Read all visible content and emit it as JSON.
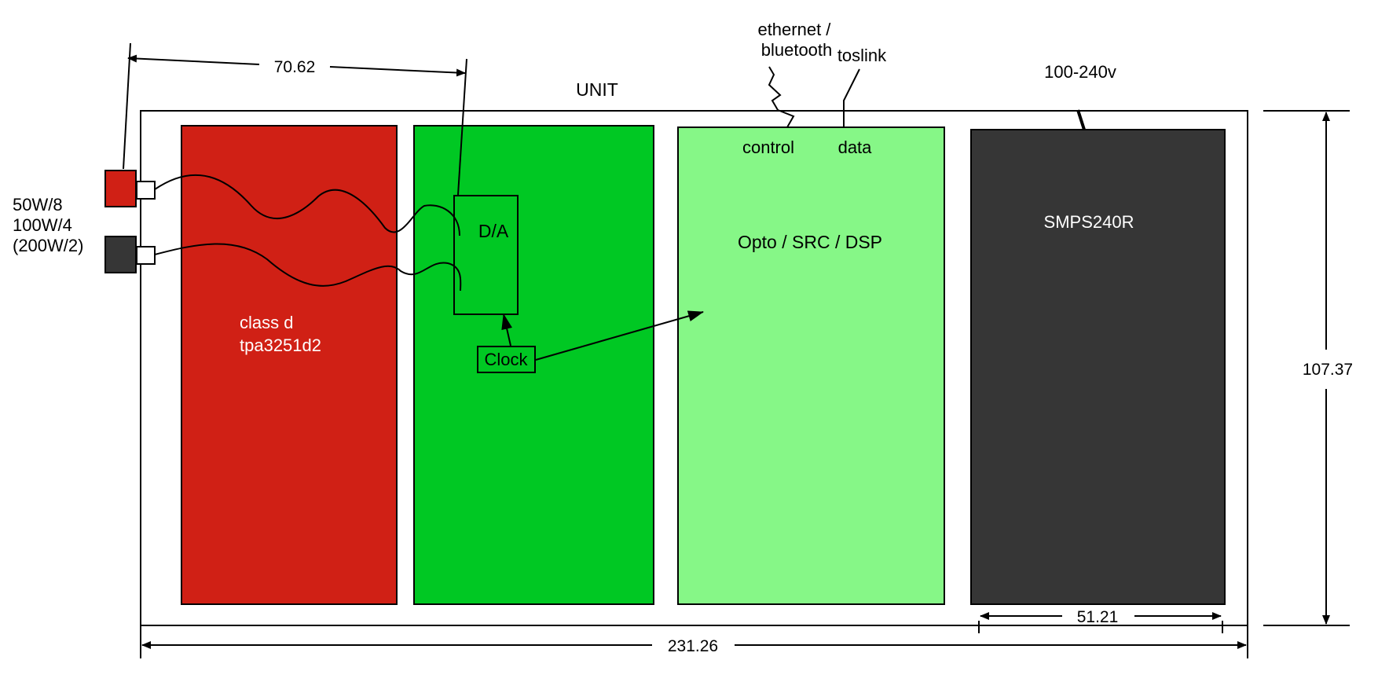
{
  "diagram": {
    "unit_label": "UNIT",
    "network_label": [
      "ethernet /",
      "bluetooth"
    ],
    "toslink_label": "toslink",
    "mains_label": "100-240v",
    "output_power": [
      "50W/8",
      "100W/4",
      "(200W/2)"
    ],
    "modules": {
      "amp": {
        "lines": [
          "class d",
          "tpa3251d2"
        ],
        "color": "#d02015"
      },
      "dac": {
        "label": "D/A",
        "clock_label": "Clock",
        "color": "#00c823"
      },
      "dsp": {
        "label": "Opto / SRC / DSP",
        "control_label": "control",
        "data_label": "data",
        "color": "#86f787"
      },
      "psu": {
        "label": "SMPS240R",
        "color": "#363636"
      }
    },
    "dimensions": {
      "dac_offset": "70.62",
      "width": "231.26",
      "height": "107.37",
      "psu_width": "51.21"
    },
    "terminal_colors": {
      "positive": "#d02015",
      "negative": "#363636"
    }
  }
}
